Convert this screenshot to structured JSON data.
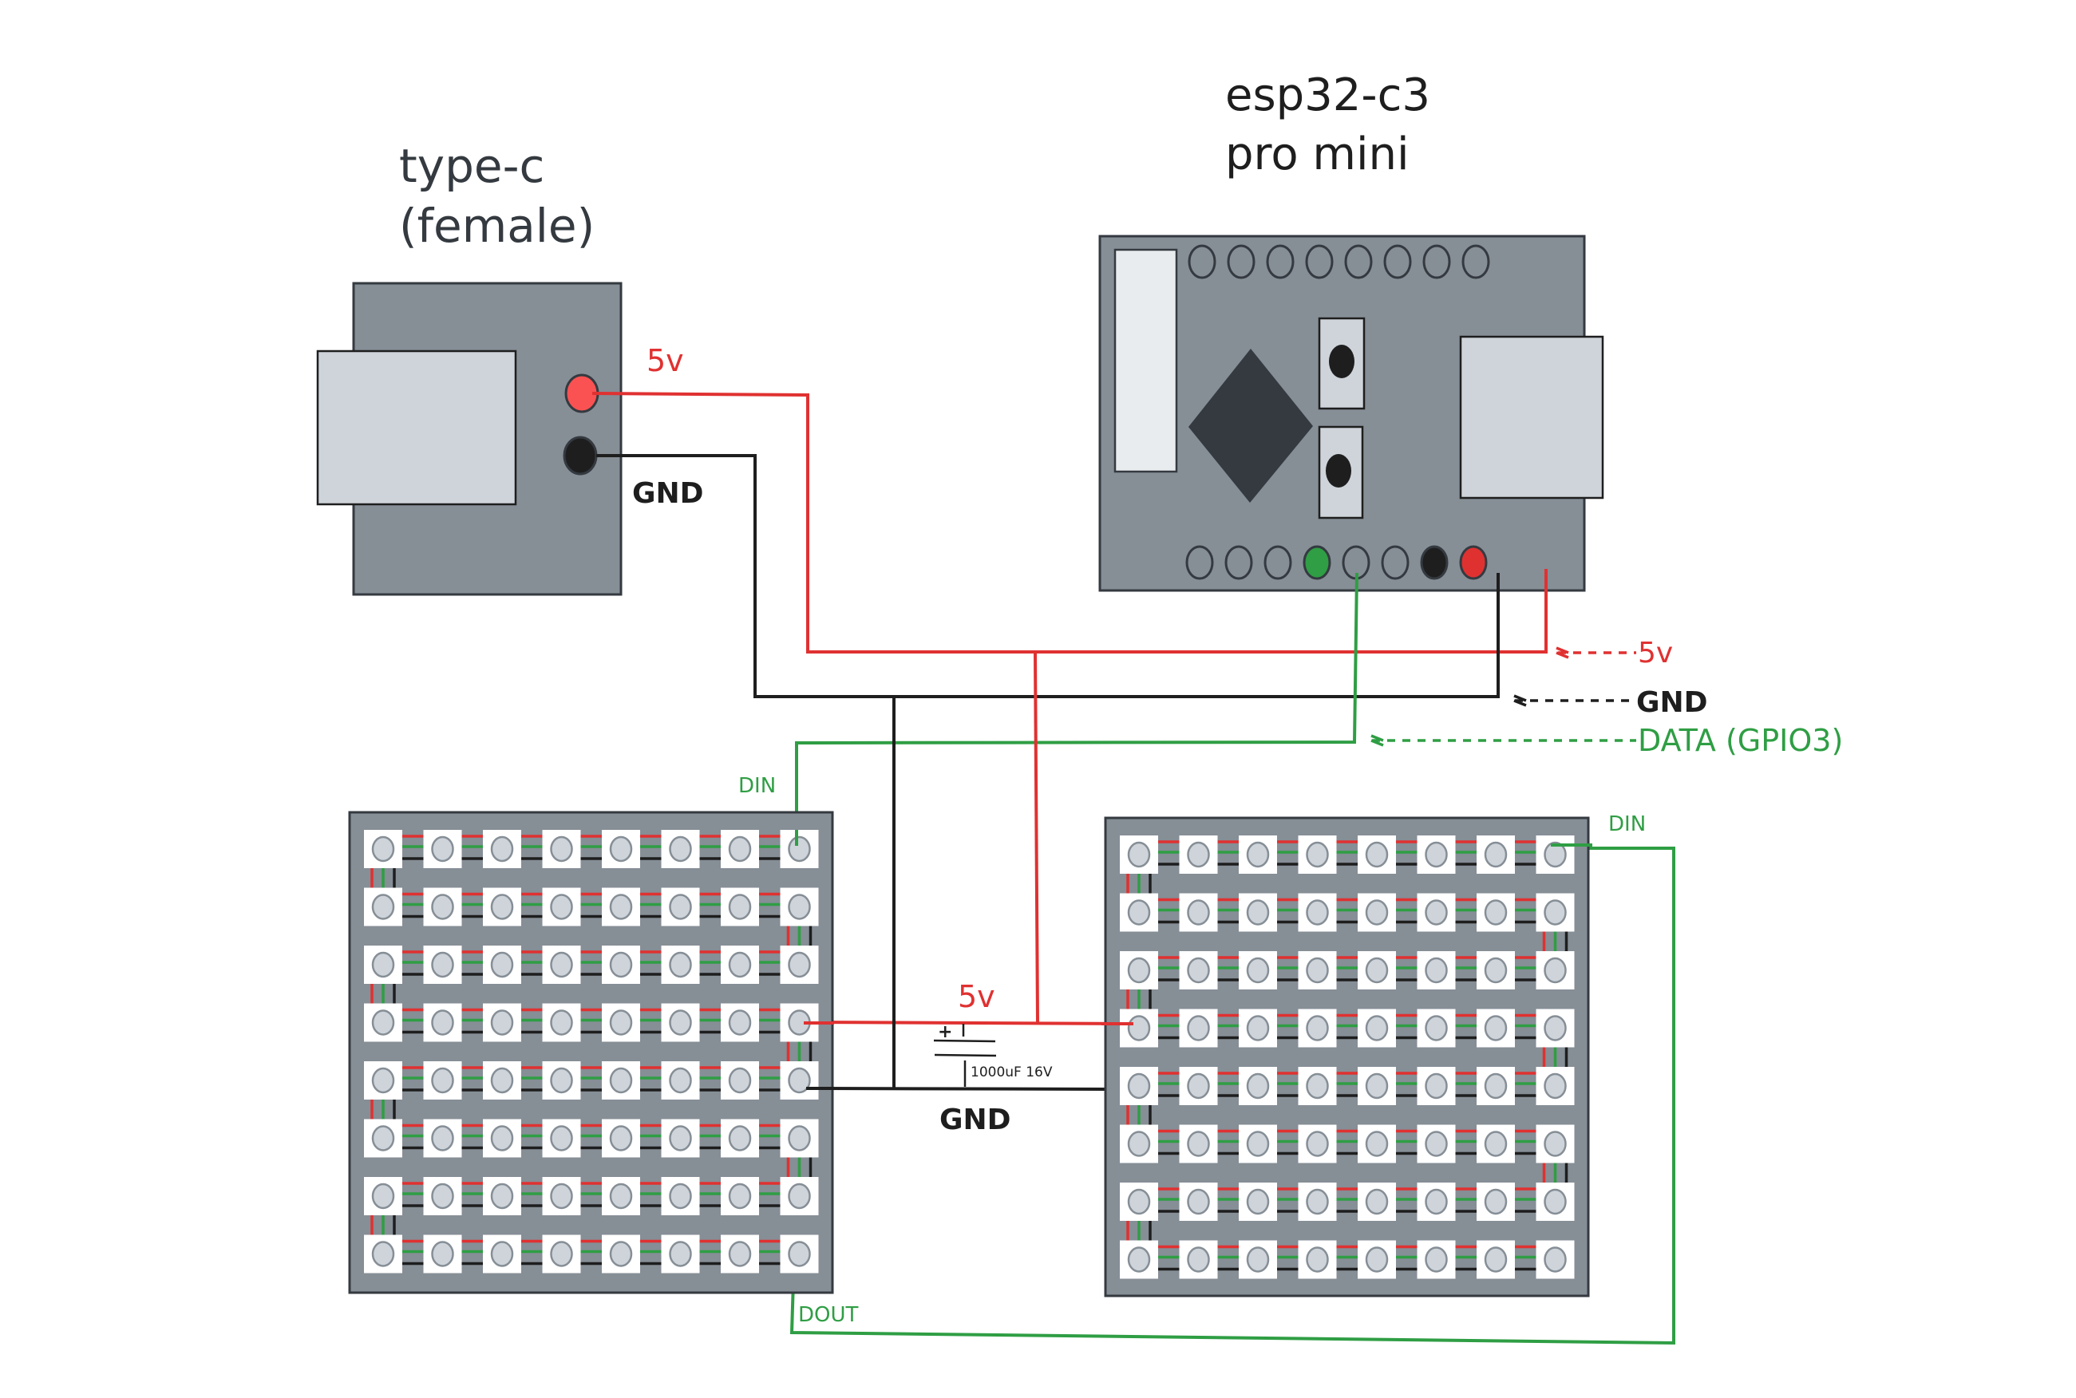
{
  "diagram": {
    "type": "wiring-schematic",
    "components": {
      "usb": {
        "title_line1": "type-c",
        "title_line2": "(female)",
        "pins": [
          "5v",
          "GND"
        ]
      },
      "mcu": {
        "title_line1": "esp32-c3",
        "title_line2": "pro mini",
        "top_pin_count": 8,
        "bottom_pin_count": 8,
        "connected_bottom_pins": {
          "data": 4,
          "gnd": 7,
          "vcc": 8
        }
      },
      "capacitor": {
        "polarity_symbol": "+",
        "label": "1000uF 16V"
      },
      "matrix_left": {
        "rows": 8,
        "cols": 8,
        "din_label": "DIN",
        "dout_label": "DOUT"
      },
      "matrix_right": {
        "rows": 8,
        "cols": 8,
        "din_label": "DIN"
      }
    },
    "labels": {
      "usb_5v": "5v",
      "usb_gnd": "GND",
      "legend_5v": "5v",
      "legend_gnd": "GND",
      "legend_data": "DATA (GPIO3)",
      "bus_5v": "5v",
      "bus_gnd": "GND"
    },
    "colors": {
      "power": "#e03131",
      "ground": "#1e1e1e",
      "data": "#2f9e44",
      "board": "#868e96",
      "chip": "#343a40",
      "usb_pin_power": "#fa5252"
    }
  }
}
